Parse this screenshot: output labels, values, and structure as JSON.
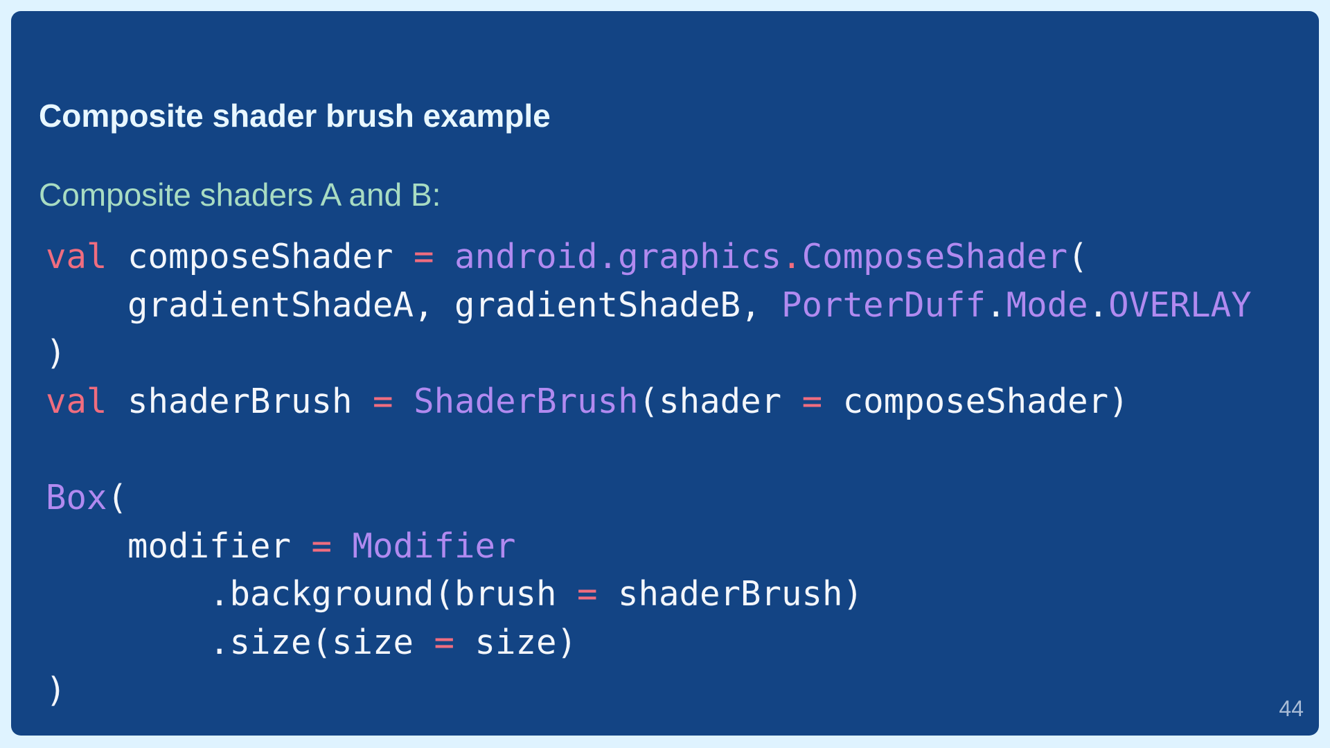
{
  "slide": {
    "title": "Composite shader brush example",
    "subtitle": "Composite shaders A and B:",
    "page_number": "44"
  },
  "colors": {
    "background": "#134484",
    "outer_background": "#dff3ff",
    "title": "#e8f7ff",
    "subtitle": "#a8dcc2",
    "keyword": "#f06d7f",
    "type": "#b18af0",
    "plain": "#f3f6fb"
  },
  "code": {
    "lines": [
      [
        {
          "t": "val",
          "k": "kw"
        },
        {
          "t": " composeShader ",
          "k": "plain"
        },
        {
          "t": "=",
          "k": "op"
        },
        {
          "t": " ",
          "k": "plain"
        },
        {
          "t": "android.graphics",
          "k": "type"
        },
        {
          "t": ".",
          "k": "op"
        },
        {
          "t": "ComposeShader",
          "k": "type"
        },
        {
          "t": "(",
          "k": "plain"
        }
      ],
      [
        {
          "t": "    gradientShadeA, gradientShadeB, ",
          "k": "plain"
        },
        {
          "t": "PorterDuff",
          "k": "type"
        },
        {
          "t": ".",
          "k": "plain"
        },
        {
          "t": "Mode",
          "k": "type"
        },
        {
          "t": ".",
          "k": "plain"
        },
        {
          "t": "OVERLAY",
          "k": "type"
        }
      ],
      [
        {
          "t": ")",
          "k": "plain"
        }
      ],
      [
        {
          "t": "val",
          "k": "kw"
        },
        {
          "t": " shaderBrush ",
          "k": "plain"
        },
        {
          "t": "=",
          "k": "op"
        },
        {
          "t": " ",
          "k": "plain"
        },
        {
          "t": "ShaderBrush",
          "k": "type"
        },
        {
          "t": "(shader ",
          "k": "plain"
        },
        {
          "t": "=",
          "k": "op"
        },
        {
          "t": " composeShader)",
          "k": "plain"
        }
      ],
      [],
      [
        {
          "t": "Box",
          "k": "type"
        },
        {
          "t": "(",
          "k": "plain"
        }
      ],
      [
        {
          "t": "    modifier ",
          "k": "plain"
        },
        {
          "t": "=",
          "k": "op"
        },
        {
          "t": " ",
          "k": "plain"
        },
        {
          "t": "Modifier",
          "k": "type"
        }
      ],
      [
        {
          "t": "        .background(brush ",
          "k": "plain"
        },
        {
          "t": "=",
          "k": "op"
        },
        {
          "t": " shaderBrush)",
          "k": "plain"
        }
      ],
      [
        {
          "t": "        .size(size ",
          "k": "plain"
        },
        {
          "t": "=",
          "k": "op"
        },
        {
          "t": " size)",
          "k": "plain"
        }
      ],
      [
        {
          "t": ")",
          "k": "plain"
        }
      ]
    ]
  }
}
